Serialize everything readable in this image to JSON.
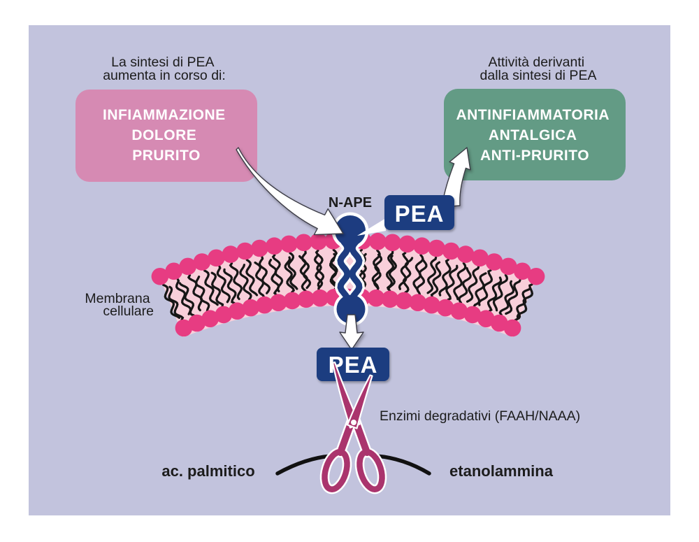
{
  "figure": {
    "title_left": {
      "line1": "La sintesi di PEA",
      "line2": "aumenta in corso di:"
    },
    "pink_box": {
      "lines": [
        "INFIAMMAZIONE",
        "DOLORE",
        "PRURITO"
      ]
    },
    "title_right": {
      "line1": "Attività derivanti",
      "line2": "dalla sintesi di PEA"
    },
    "green_box": {
      "lines": [
        "ANTINFIAMMATORIA",
        "ANTALGICA",
        "ANTI-PRURITO"
      ]
    },
    "membrane_label": {
      "line1": "Membrana",
      "line2": "cellulare"
    },
    "n_ape_label": "N-APE",
    "pea_membrane_label": "PEA",
    "pea_free_label": "PEA",
    "enzymes_label": "Enzimi degradativi (FAAH/NAAA)",
    "product_left": "ac. palmitico",
    "product_right": "etanolammina"
  },
  "colors": {
    "page_background": "#ffffff",
    "panel_background": "#c2c3dd",
    "pink_box": "#d68ab3",
    "green_box": "#639b85",
    "navy_box": "#1d3c80",
    "lipid_head": "#e73c82",
    "membrane_band": "#f8cfda",
    "lipid_tail": "#161616",
    "molecule_blue": "#1d3c80",
    "scissors": "#aa346d",
    "text": "#1c1c1c",
    "box_text": "#ffffff"
  }
}
